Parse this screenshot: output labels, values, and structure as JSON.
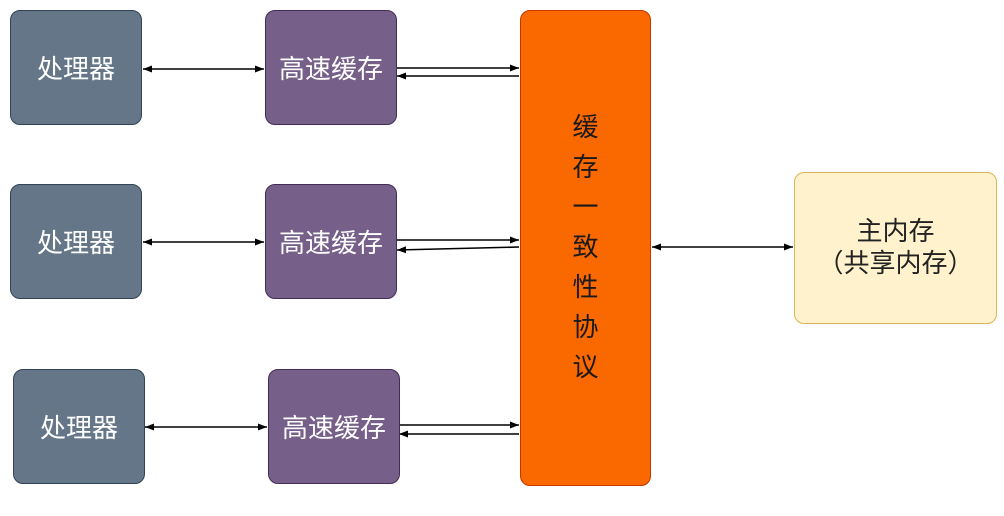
{
  "processors": [
    {
      "label": "处理器"
    },
    {
      "label": "处理器"
    },
    {
      "label": "处理器"
    }
  ],
  "caches": [
    {
      "label": "高速缓存"
    },
    {
      "label": "高速缓存"
    },
    {
      "label": "高速缓存"
    }
  ],
  "protocol": {
    "chars": [
      "缓",
      "存",
      "一",
      "致",
      "性",
      "协",
      "议"
    ]
  },
  "memory": {
    "line1": "主内存",
    "line2": "（共享内存）"
  },
  "colors": {
    "processor_fill": "#647687",
    "cache_fill": "#76608a",
    "protocol_fill": "#fa6800",
    "memory_fill": "#fff2cc",
    "arrow": "#000000"
  }
}
